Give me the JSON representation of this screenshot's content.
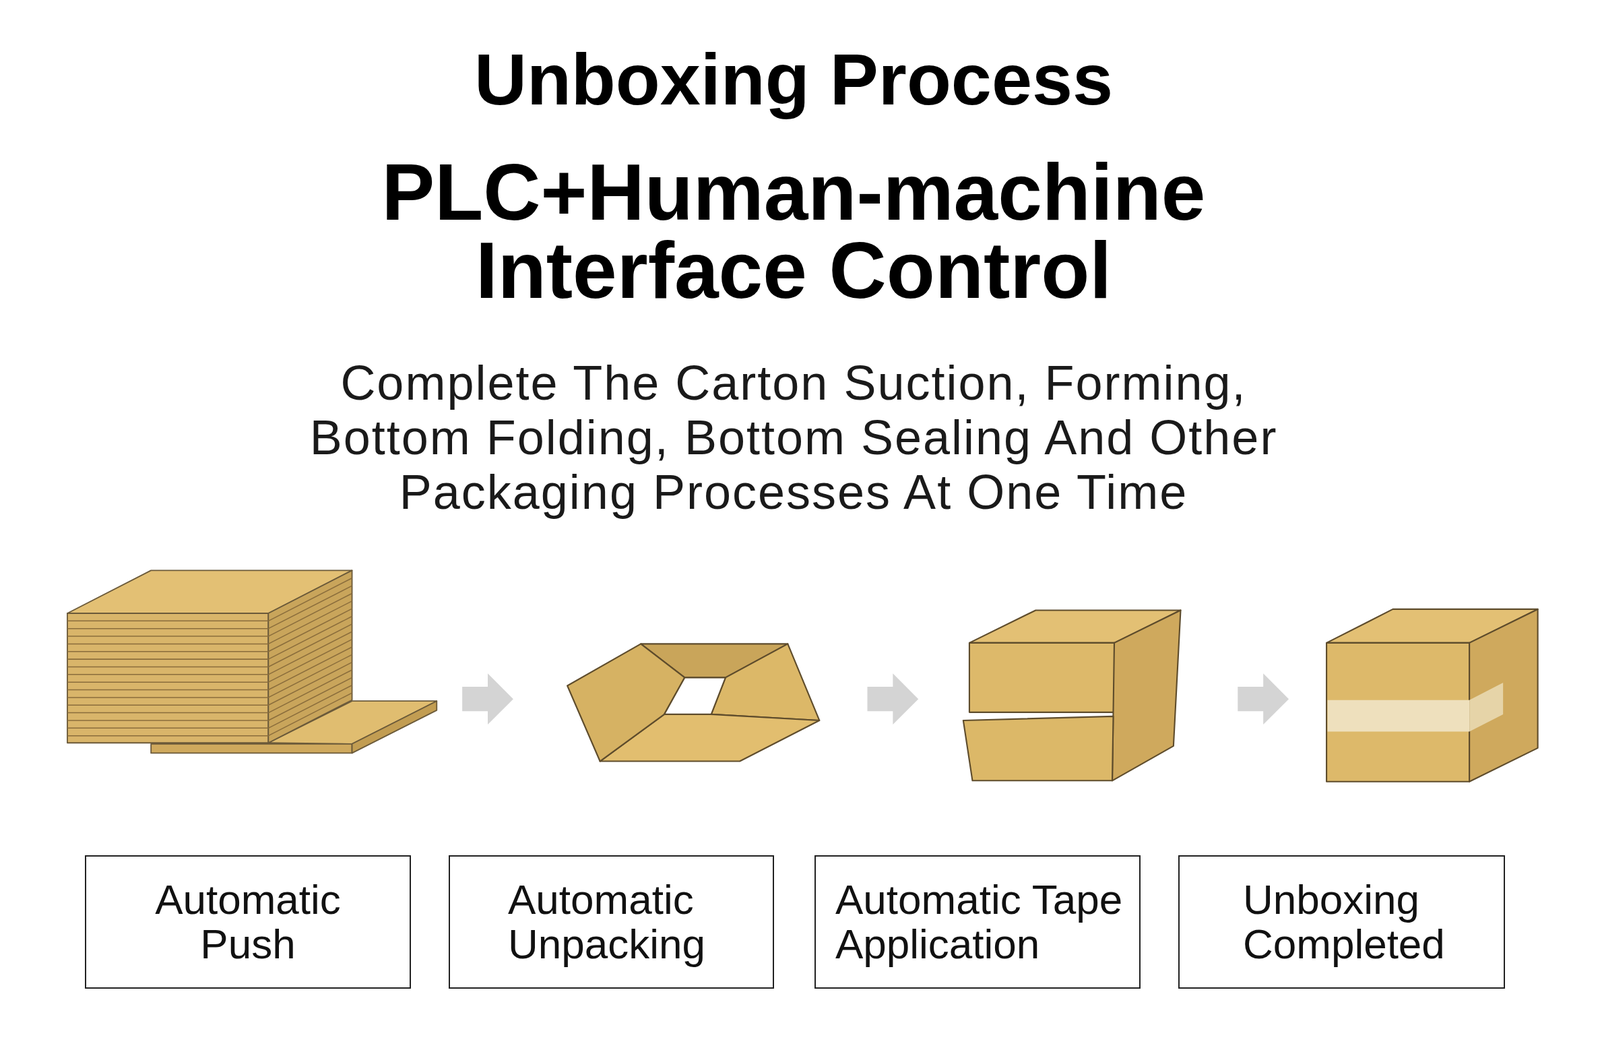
{
  "diagram": {
    "title": "Unboxing Process",
    "nodes": [
      {
        "text": [
          "Automatic Push"
        ]
      },
      {
        "text": [
          "Automatic Unpacking"
        ]
      },
      {
        "text": [
          "Automatic Tape Application"
        ]
      },
      {
        "text": [
          "Unboxing Completed"
        ]
      }
    ],
    "labels": [
      "PLC+Human-machine Interface Control",
      "Complete The Carton Suction, Forming, Bottom Folding, Bottom Sealing And Other Packaging Processes At One Time"
    ]
  }
}
